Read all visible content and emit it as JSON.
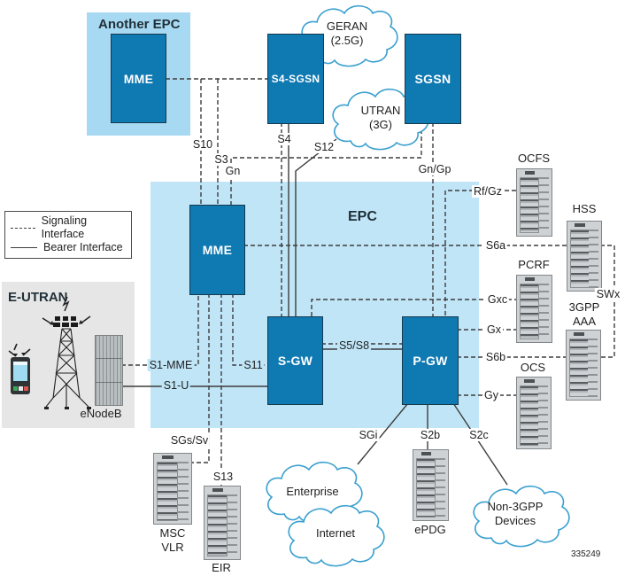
{
  "figure_number": "335249",
  "legend": {
    "signaling_label": "Signaling Interface",
    "bearer_label": "Bearer Interface"
  },
  "groups": {
    "another_epc": "Another EPC",
    "epc": "EPC",
    "eutran": "E-UTRAN"
  },
  "nodes": {
    "mme_other": "MME",
    "s4_sgsn": "S4-SGSN",
    "sgsn": "SGSN",
    "mme": "MME",
    "sgw": "S-GW",
    "pgw": "P-GW"
  },
  "clouds": {
    "geran": {
      "line1": "GERAN",
      "line2": "(2.5G)"
    },
    "utran": {
      "line1": "UTRAN",
      "line2": "(3G)"
    },
    "enterprise": {
      "line1": "Enterprise"
    },
    "internet": {
      "line1": "Internet"
    },
    "non_3gpp": {
      "line1": "Non-3GPP",
      "line2": "Devices"
    }
  },
  "servers": {
    "ocfs": "OCFS",
    "hss": "HSS",
    "pcrf": "PCRF",
    "aaa_line1": "3GPP",
    "aaa_line2": "AAA",
    "ocs": "OCS",
    "msc_line1": "MSC",
    "msc_line2": "VLR",
    "eir": "EIR",
    "epdg": "ePDG",
    "enodeb": "eNodeB"
  },
  "interfaces": {
    "s10": "S10",
    "s3": "S3",
    "gn": "Gn",
    "s4": "S4",
    "s12": "S12",
    "gn_gp": "Gn/Gp",
    "rf_gz": "Rf/Gz",
    "s6a": "S6a",
    "gxc": "Gxc",
    "gx": "Gx",
    "swx": "SWx",
    "s6b": "S6b",
    "gy": "Gy",
    "s1_mme": "S1-MME",
    "s1_u": "S1-U",
    "s11": "S11",
    "s5_s8": "S5/S8",
    "sgs_sv": "SGs/Sv",
    "s13": "S13",
    "sgi": "SGi",
    "s2b": "S2b",
    "s2c": "S2c"
  },
  "colors": {
    "node_fill": "#0f79b2",
    "another_epc_fill": "#a8d9f2",
    "epc_fill": "#c0e5f7",
    "eutran_fill": "#e6e6e6",
    "cloud_stroke": "#3aa0cf",
    "line": "#3d3d3d"
  }
}
